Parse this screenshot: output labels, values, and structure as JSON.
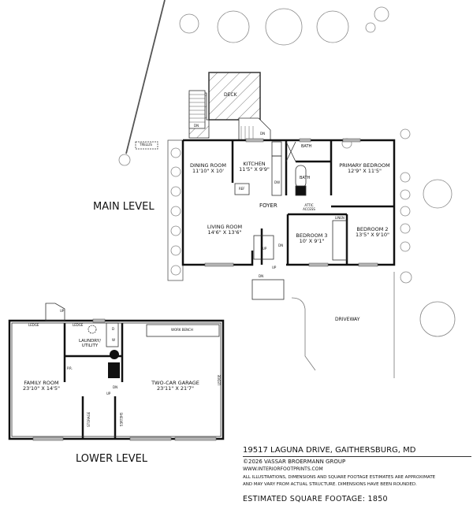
{
  "levels": {
    "main": {
      "title": "MAIN LEVEL",
      "rooms": [
        {
          "name": "DINING ROOM",
          "dims": "11'10\" X 10'"
        },
        {
          "name": "KITCHEN",
          "dims": "11'5\" X 9'9\""
        },
        {
          "name": "PRIMARY BEDROOM",
          "dims": "12'9\" X 11'5\""
        },
        {
          "name": "LIVING ROOM",
          "dims": "14'6\" X 13'6\""
        },
        {
          "name": "BEDROOM 3",
          "dims": "10' X 9'1\""
        },
        {
          "name": "BEDROOM 2",
          "dims": "13'5\" X 9'10\""
        }
      ],
      "labels": {
        "deck": "DECK",
        "trellis": "TRELLIS",
        "bath_upper": "BATH",
        "bath_lower": "BATH",
        "foyer": "FOYER",
        "attic_access": "ATTIC ACCESS",
        "linen": "LINEN",
        "ref": "REF",
        "dw": "DW",
        "dn_deck_left": "DN",
        "dn_deck_right": "DN",
        "up_stair": "UP",
        "dn_stair": "DN",
        "up_entry": "UP",
        "dn_entry": "DN",
        "driveway": "DRIVEWAY"
      }
    },
    "lower": {
      "title": "LOWER LEVEL",
      "rooms": [
        {
          "name": "FAMILY ROOM",
          "dims": "23'10\" X 14'5\""
        },
        {
          "name": "TWO-CAR GARAGE",
          "dims": "23'11\" X 21'7\""
        },
        {
          "name": "LAUNDRY/ UTILITY",
          "dims": ""
        }
      ],
      "labels": {
        "ledge_left": "LEDGE",
        "ledge_mid": "LEDGE",
        "ledge_right": "LEDGE",
        "work_bench": "WORK BENCH",
        "pr": "P.R.",
        "dryer": "D",
        "washer": "W",
        "storage": "STORAGE",
        "shelves": "SHELVES",
        "up_outside": "UP",
        "up_stair": "UP",
        "dn_garage": "DN"
      }
    }
  },
  "info": {
    "address": "19517 LAGUNA DRIVE, GAITHERSBURG, MD",
    "copyright": "©2026 VASSAR BROERMANN GROUP",
    "website": "WWW.INTERIORFOOTPRINTS.COM",
    "disclaimer_1": "ALL ILLUSTRATIONS, DIMENSIONS AND SQUARE FOOTAGE ESTIMATES ARE APPROXIMATE",
    "disclaimer_2": "AND MAY VARY FROM ACTUAL STRUCTURE. DIMENSIONS HAVE BEEN ROUNDED.",
    "square_footage": "ESTIMATED SQUARE FOOTAGE: 1850"
  },
  "colors": {
    "wall": "#111111",
    "window": "#a0a0a0",
    "landscape": "#888888"
  }
}
